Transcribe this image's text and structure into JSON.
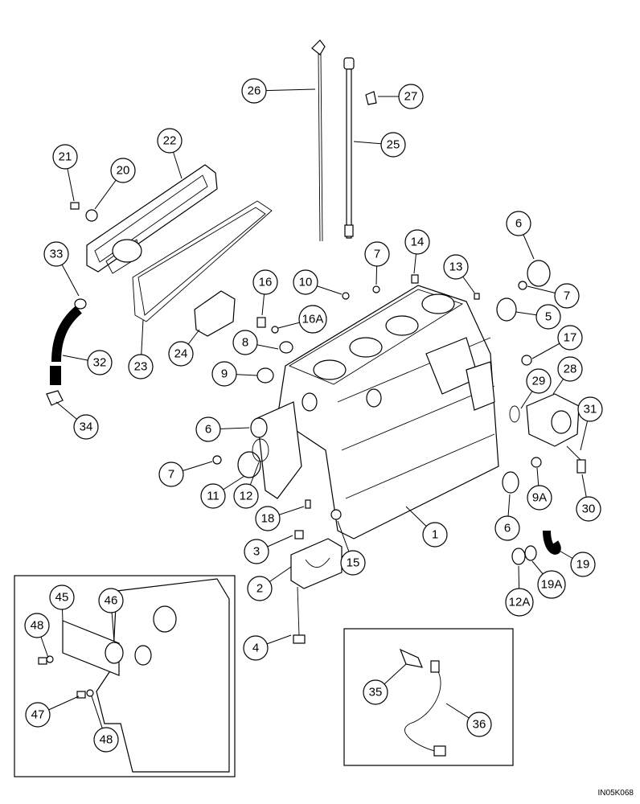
{
  "reference_code": "IN05K068",
  "callouts": {
    "c26": "26",
    "c27": "27",
    "c25": "25",
    "c22": "22",
    "c21": "21",
    "c20": "20",
    "c33": "33",
    "c32": "32",
    "c34": "34",
    "c23": "23",
    "c24": "24",
    "c16": "16",
    "c16a": "16A",
    "c10": "10",
    "c7a": "7",
    "c14": "14",
    "c13": "13",
    "c6a": "6",
    "c7b": "7",
    "c5": "5",
    "c17": "17",
    "c8": "8",
    "c9": "9",
    "c29": "29",
    "c28": "28",
    "c31": "31",
    "c6b": "6",
    "c7c": "7",
    "c11": "11",
    "c12": "12",
    "c18": "18",
    "c6c": "6",
    "c9a": "9A",
    "c30": "30",
    "c1": "1",
    "c3": "3",
    "c2": "2",
    "c15": "15",
    "c19": "19",
    "c19a": "19A",
    "c12a": "12A",
    "c4": "4",
    "c45": "45",
    "c46": "46",
    "c48a": "48",
    "c47": "47",
    "c48b": "48",
    "c35": "35",
    "c36": "36"
  }
}
